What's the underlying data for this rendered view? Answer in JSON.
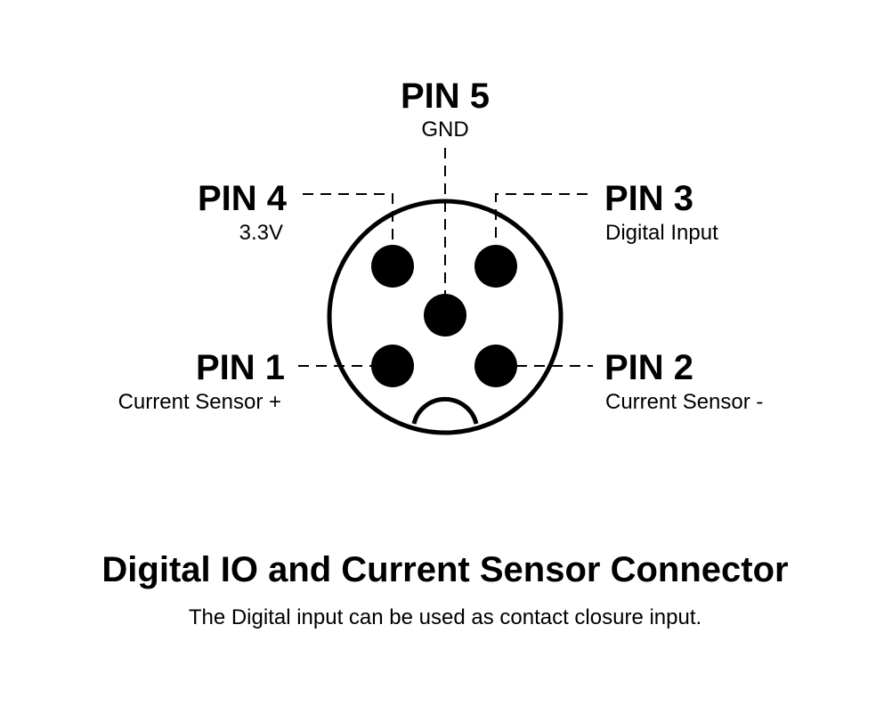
{
  "diagram": {
    "title": "Digital IO and Current Sensor Connector",
    "subtitle": "The Digital input can be used as contact closure input.",
    "colors": {
      "ink": "#000000",
      "background": "#ffffff"
    }
  },
  "pins": {
    "pin1": {
      "label": "PIN 1",
      "function": "Current Sensor +"
    },
    "pin2": {
      "label": "PIN 2",
      "function": "Current Sensor -"
    },
    "pin3": {
      "label": "PIN 3",
      "function": "Digital Input"
    },
    "pin4": {
      "label": "PIN 4",
      "function": "3.3V"
    },
    "pin5": {
      "label": "PIN 5",
      "function": "GND"
    }
  }
}
